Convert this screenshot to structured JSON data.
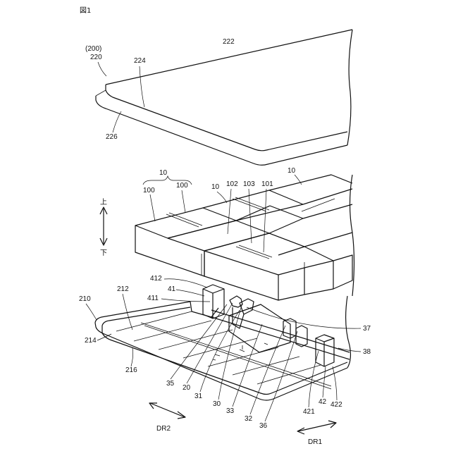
{
  "figure": {
    "title": "図1"
  },
  "cover": {
    "group_id": "(200)",
    "id": "220",
    "top_face": "222",
    "side_face": "224",
    "flange": "226"
  },
  "modules": {
    "group_label_left": "10",
    "group_label_mid": "10",
    "group_label_right": "10",
    "cell_left_a": "100",
    "cell_left_b": "100",
    "cell_102": "102",
    "cell_103": "103",
    "cell_101": "101"
  },
  "direction_vertical": {
    "up": "上",
    "down": "下"
  },
  "tray": {
    "id": "210",
    "bottom": "212",
    "flange": "214",
    "rim": "216"
  },
  "parts": {
    "p412": "412",
    "p41": "41",
    "p411": "411",
    "p37": "37",
    "p38": "38",
    "p35": "35",
    "p20": "20",
    "p31": "31",
    "p30": "30",
    "p33": "33",
    "p32": "32",
    "p36": "36",
    "p421": "421",
    "p42": "42",
    "p422": "422"
  },
  "axes": {
    "dr2": "DR2",
    "dr1": "DR1"
  }
}
